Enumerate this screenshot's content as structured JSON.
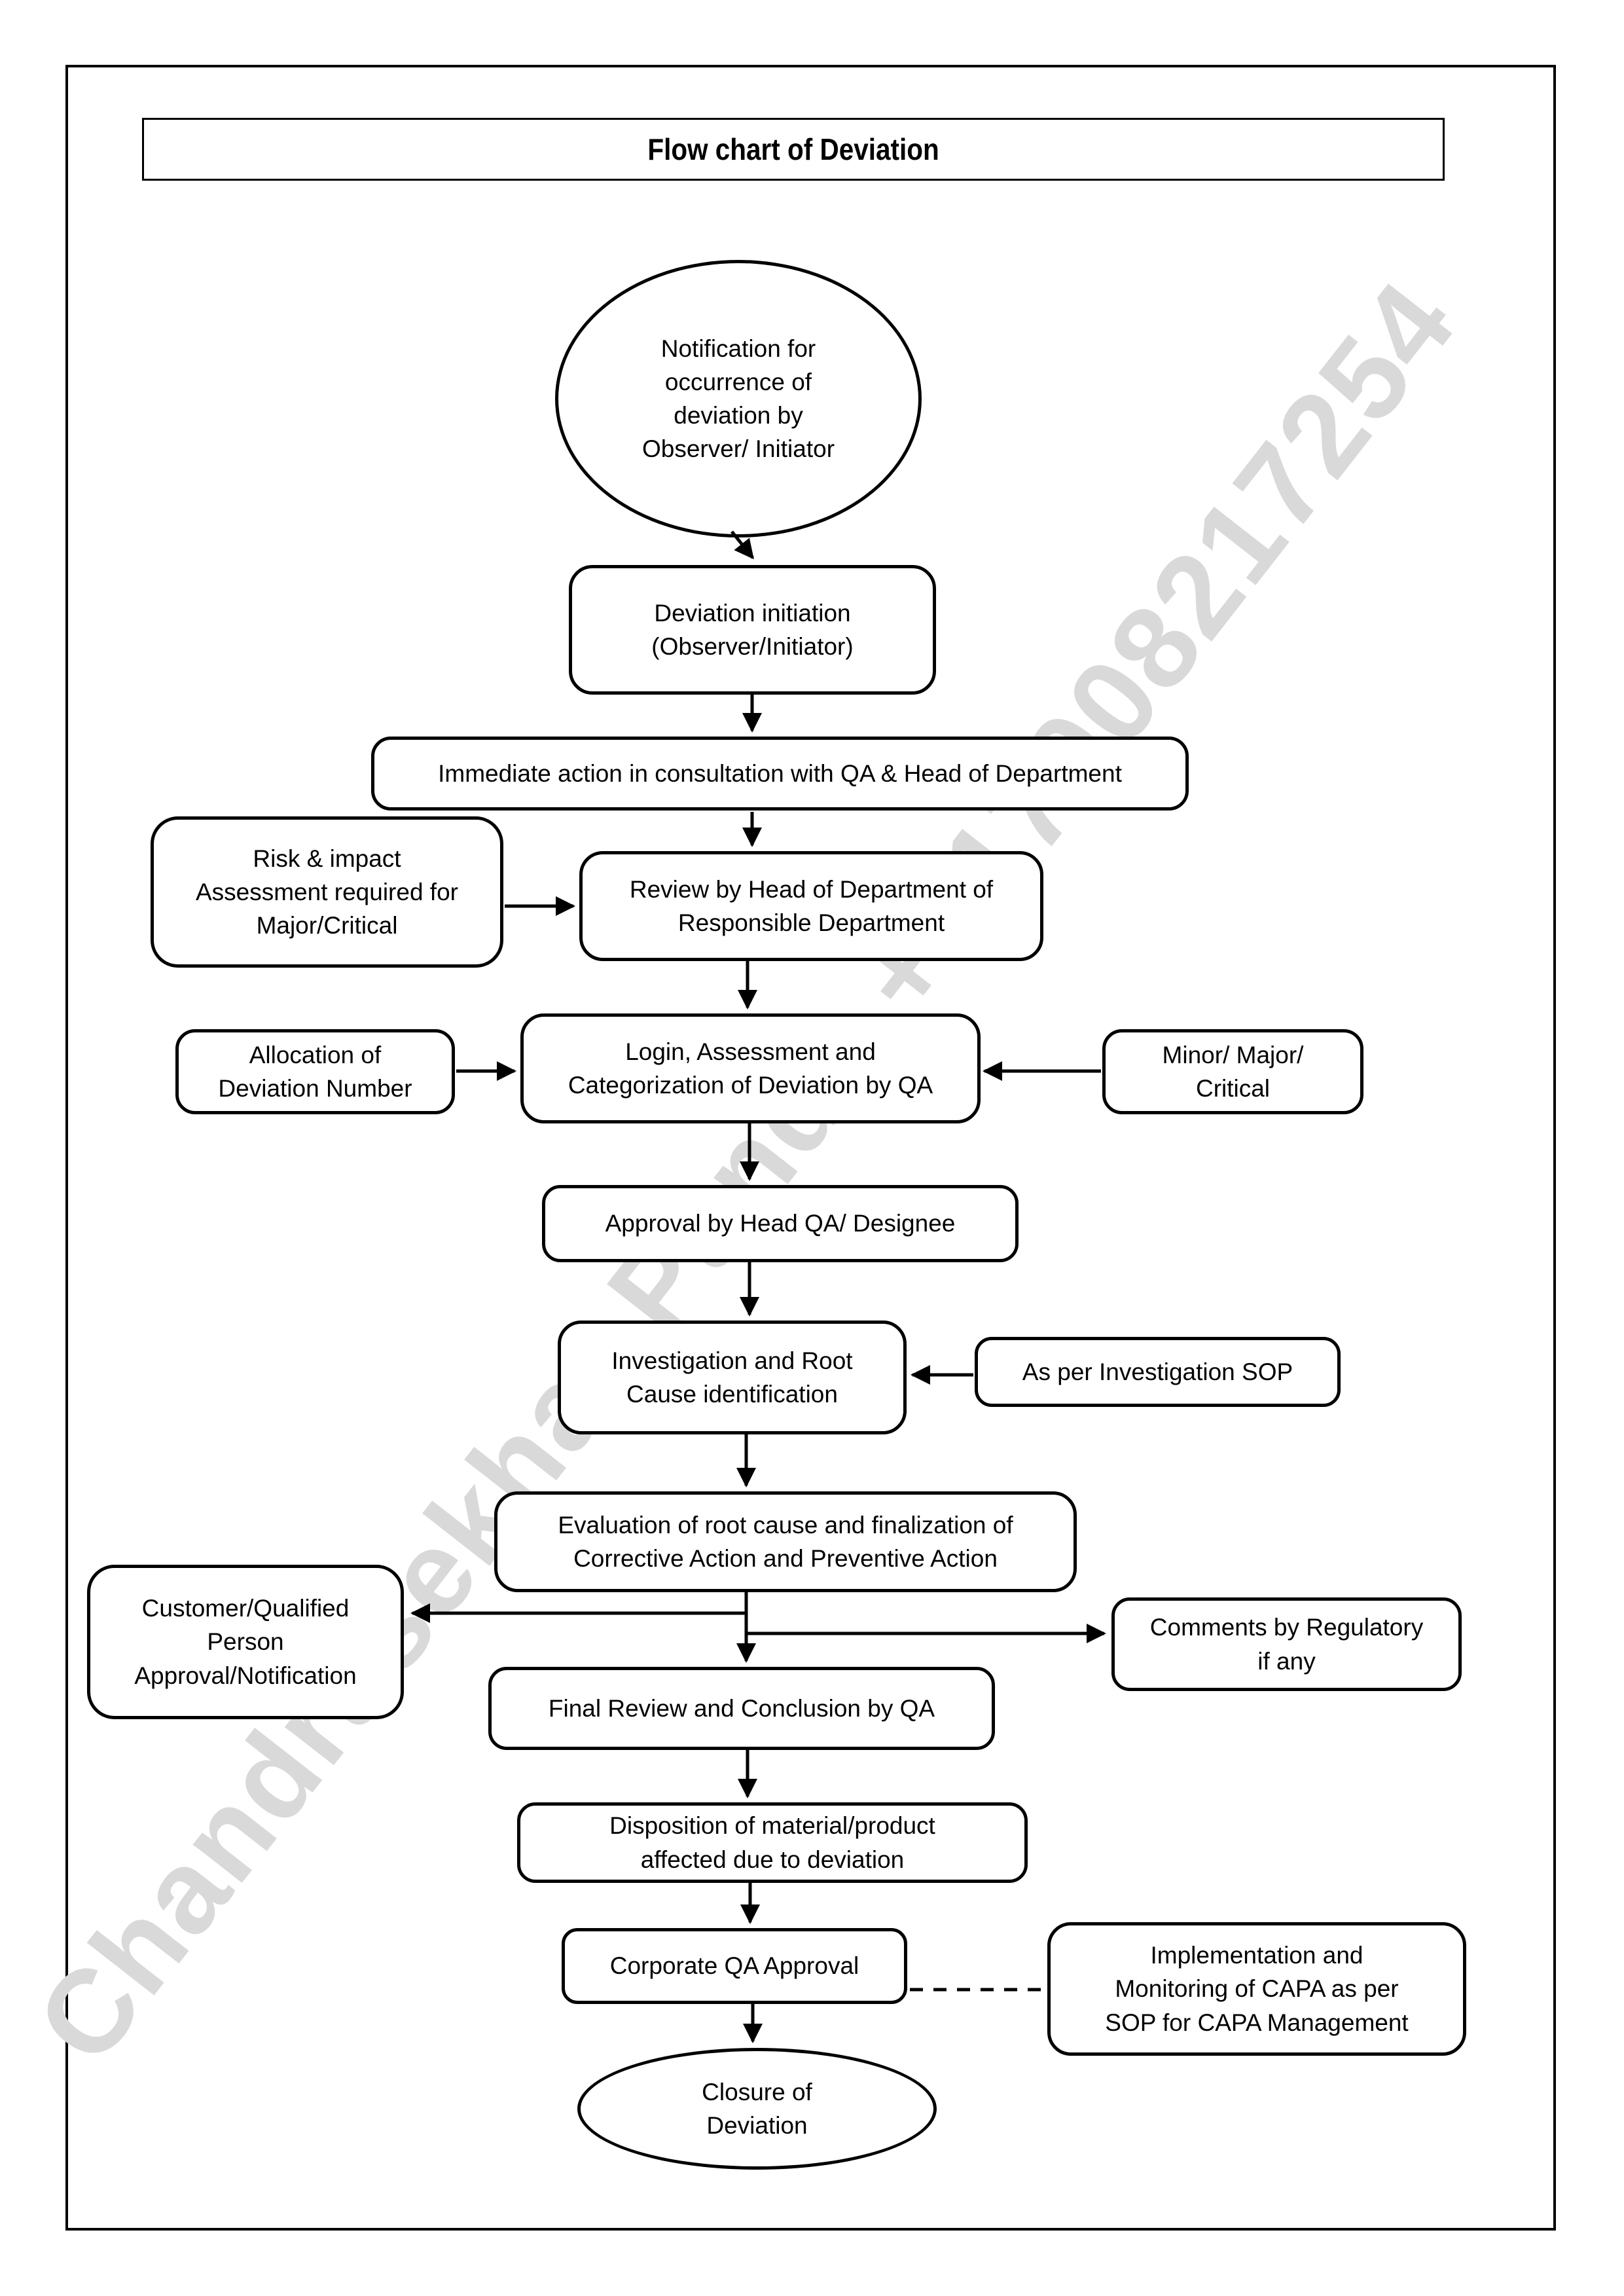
{
  "page": {
    "title": "Flow chart of Deviation"
  },
  "watermark": {
    "text": "Chandrasekhar Panda +917008217254"
  },
  "colors": {
    "line": "#000000",
    "text": "#000000",
    "background": "#ffffff",
    "watermark": "#d9d9d9"
  },
  "nodes": {
    "start": {
      "shape": "ellipse",
      "lines": [
        "Notification for",
        "occurrence of",
        "deviation by",
        "Observer/ Initiator"
      ]
    },
    "initiation": {
      "shape": "rounded-rect",
      "lines": [
        "Deviation initiation",
        "(Observer/Initiator)"
      ]
    },
    "immediate_action": {
      "shape": "rounded-rect",
      "lines": [
        "Immediate action in consultation with QA & Head of Department"
      ]
    },
    "risk_impact": {
      "shape": "rounded-rect",
      "lines": [
        "Risk & impact",
        "Assessment required for",
        "Major/Critical"
      ]
    },
    "review_hod": {
      "shape": "rounded-rect",
      "lines": [
        "Review by Head of Department of",
        "Responsible Department"
      ]
    },
    "allocation": {
      "shape": "rounded-rect",
      "lines": [
        "Allocation of",
        "Deviation Number"
      ]
    },
    "login_assessment": {
      "shape": "rounded-rect",
      "lines": [
        "Login, Assessment and",
        "Categorization of Deviation by QA"
      ]
    },
    "minor_major_critical": {
      "shape": "rounded-rect",
      "lines": [
        "Minor/ Major/",
        "Critical"
      ]
    },
    "approval_head_qa": {
      "shape": "rounded-rect",
      "lines": [
        "Approval by Head QA/ Designee"
      ]
    },
    "investigation": {
      "shape": "rounded-rect",
      "lines": [
        "Investigation and Root",
        "Cause identification"
      ]
    },
    "as_per_sop": {
      "shape": "rounded-rect",
      "lines": [
        "As per Investigation SOP"
      ]
    },
    "evaluation": {
      "shape": "rounded-rect",
      "lines": [
        "Evaluation of root cause and finalization of",
        "Corrective Action and Preventive Action"
      ]
    },
    "customer_approval": {
      "shape": "rounded-rect",
      "lines": [
        "Customer/Qualified",
        "Person",
        "Approval/Notification"
      ]
    },
    "comments_regulatory": {
      "shape": "rounded-rect",
      "lines": [
        "Comments by Regulatory",
        "if any"
      ]
    },
    "final_review": {
      "shape": "rounded-rect",
      "lines": [
        "Final Review and Conclusion by QA"
      ]
    },
    "disposition": {
      "shape": "rounded-rect",
      "lines": [
        "Disposition of material/product",
        "affected due to deviation"
      ]
    },
    "corporate_qa": {
      "shape": "rounded-rect",
      "lines": [
        "Corporate QA Approval"
      ]
    },
    "capa": {
      "shape": "rounded-rect",
      "lines": [
        "Implementation and",
        "Monitoring of CAPA as per",
        "SOP for CAPA Management"
      ]
    },
    "closure": {
      "shape": "ellipse",
      "lines": [
        "Closure of",
        "Deviation"
      ]
    }
  }
}
